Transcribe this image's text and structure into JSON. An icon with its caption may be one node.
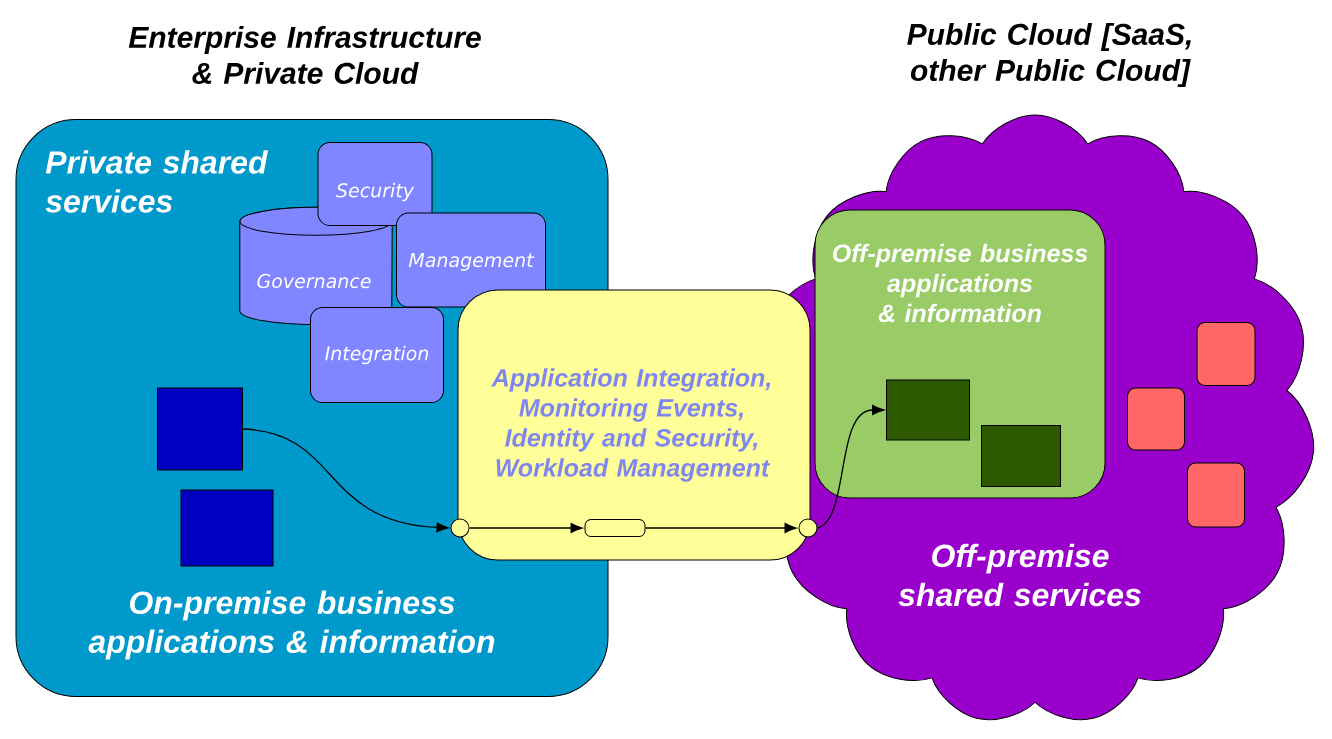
{
  "diagram": {
    "nodes": [
      {
        "text": [
          "Enterprise Infrastructure & Private Cloud",
          "Private shared services",
          "On-premise business applications & information"
        ]
      },
      {
        "text": [
          "Security"
        ],
        "in": 0
      },
      {
        "text": [
          "Governance"
        ],
        "in": 0
      },
      {
        "text": [
          "Management"
        ],
        "in": 0
      },
      {
        "text": [
          "Integration"
        ],
        "in": 0
      },
      {
        "text": [],
        "shape": "box",
        "in": 0
      },
      {
        "text": [],
        "shape": "box",
        "in": 0
      },
      {
        "text": [
          "Public Cloud [SaaS, other Public Cloud]",
          "Off-premise shared services"
        ]
      },
      {
        "text": [
          "Off-premise business applications & information"
        ],
        "in": 7
      },
      {
        "text": [],
        "shape": "box",
        "in": 8
      },
      {
        "text": [],
        "shape": "box",
        "in": 8
      },
      {
        "text": [],
        "shape": "box",
        "in": 7
      },
      {
        "text": [],
        "shape": "box",
        "in": 7
      },
      {
        "text": [],
        "shape": "box",
        "in": 7
      },
      {
        "text": [
          "Application Integration, Monitoring Events, Identity and Security, Workload Management"
        ]
      },
      {
        "text": [],
        "shape": "circle",
        "in": 14
      },
      {
        "text": [],
        "shape": "box",
        "in": 14
      },
      {
        "text": [],
        "shape": "circle",
        "in": 14
      }
    ],
    "edges": [
      {
        "from": 5,
        "to": 15,
        "arrow": "to"
      },
      {
        "from": 15,
        "to": 16,
        "arrow": "to"
      },
      {
        "from": 16,
        "to": 17,
        "arrow": "to"
      },
      {
        "from": 17,
        "to": 9,
        "arrow": "to"
      }
    ]
  }
}
